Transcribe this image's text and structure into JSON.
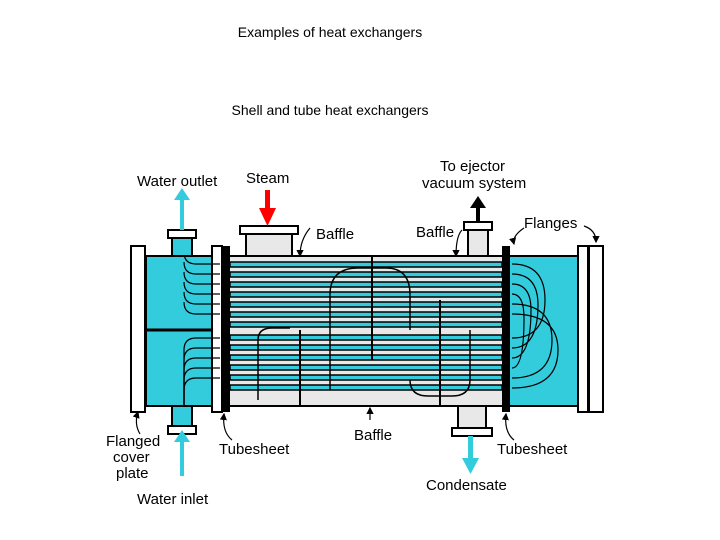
{
  "slide": {
    "title": "Examples of heat exchangers",
    "subtitle": "Shell and tube heat exchangers"
  },
  "diagram": {
    "labels": {
      "water_outlet": "Water outlet",
      "steam": "Steam",
      "ejector_line1": "To ejector",
      "ejector_line2": "vacuum system",
      "baffle_left": "Baffle",
      "baffle_right": "Baffle",
      "baffle_bottom": "Baffle",
      "flanges": "Flanges",
      "flanged_line1": "Flanged",
      "flanged_line2": "cover",
      "flanged_line3": "plate",
      "tubesheet_left": "Tubesheet",
      "tubesheet_right": "Tubesheet",
      "water_inlet": "Water inlet",
      "condensate": "Condensate"
    },
    "colors": {
      "water": "#33ccdd",
      "shell_fill": "#e8e8e8",
      "steam_arrow": "#ff0000",
      "outline": "#000000"
    }
  }
}
